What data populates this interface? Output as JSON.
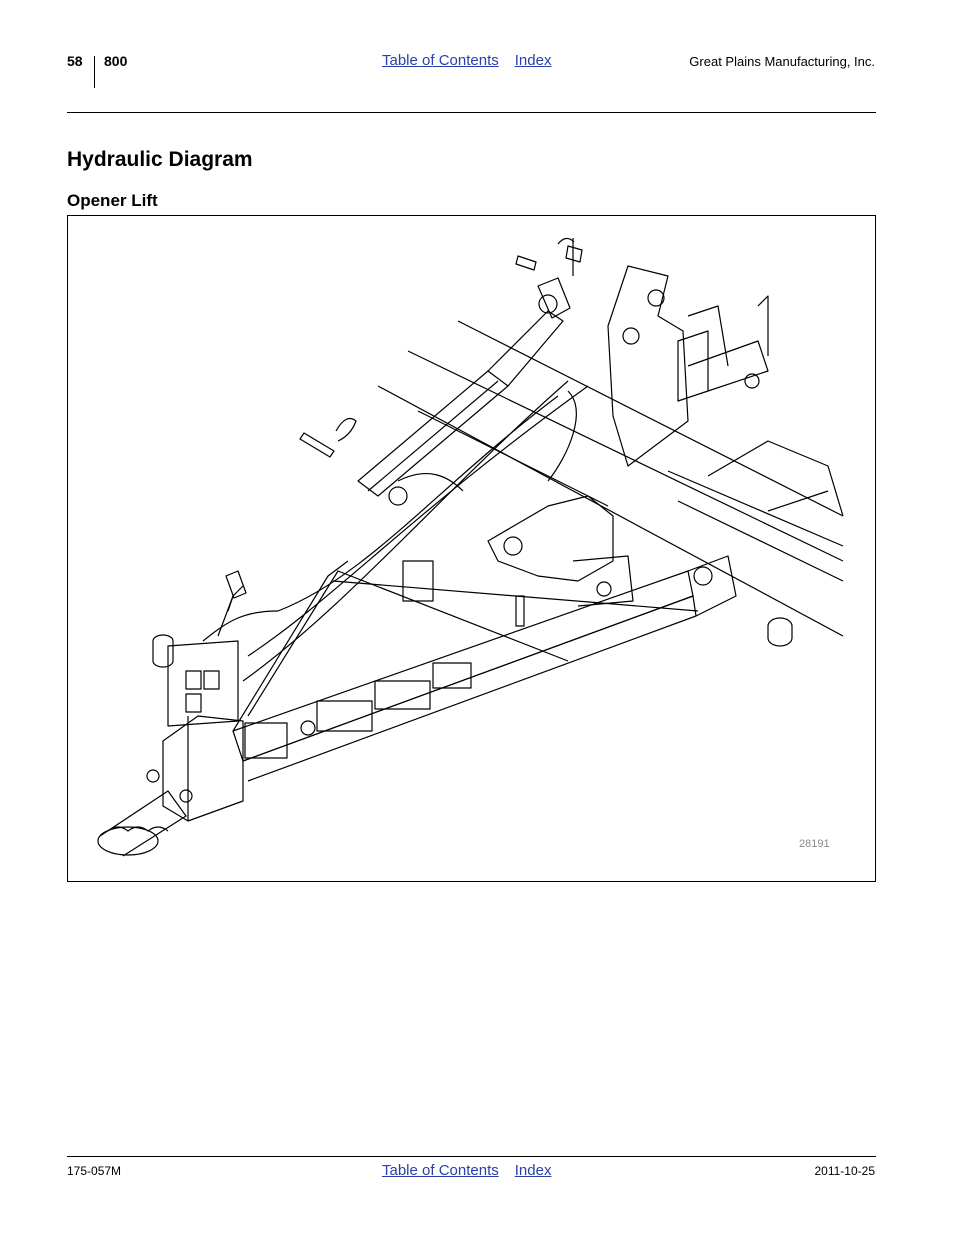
{
  "header": {
    "page_number": "58",
    "model": "800",
    "toc_link": "Table of Contents",
    "index_link": "Index",
    "company": "Great Plains Manufacturing, Inc."
  },
  "section": {
    "title": "Hydraulic Diagram",
    "subtitle": "Opener Lift"
  },
  "figure": {
    "number": "28191"
  },
  "footer": {
    "doc_number": "175-057M",
    "toc_link": "Table of Contents",
    "index_link": "Index",
    "date": "2011-10-25"
  },
  "colors": {
    "link": "#2a3fa8",
    "figure_number": "#8a8a8a"
  }
}
